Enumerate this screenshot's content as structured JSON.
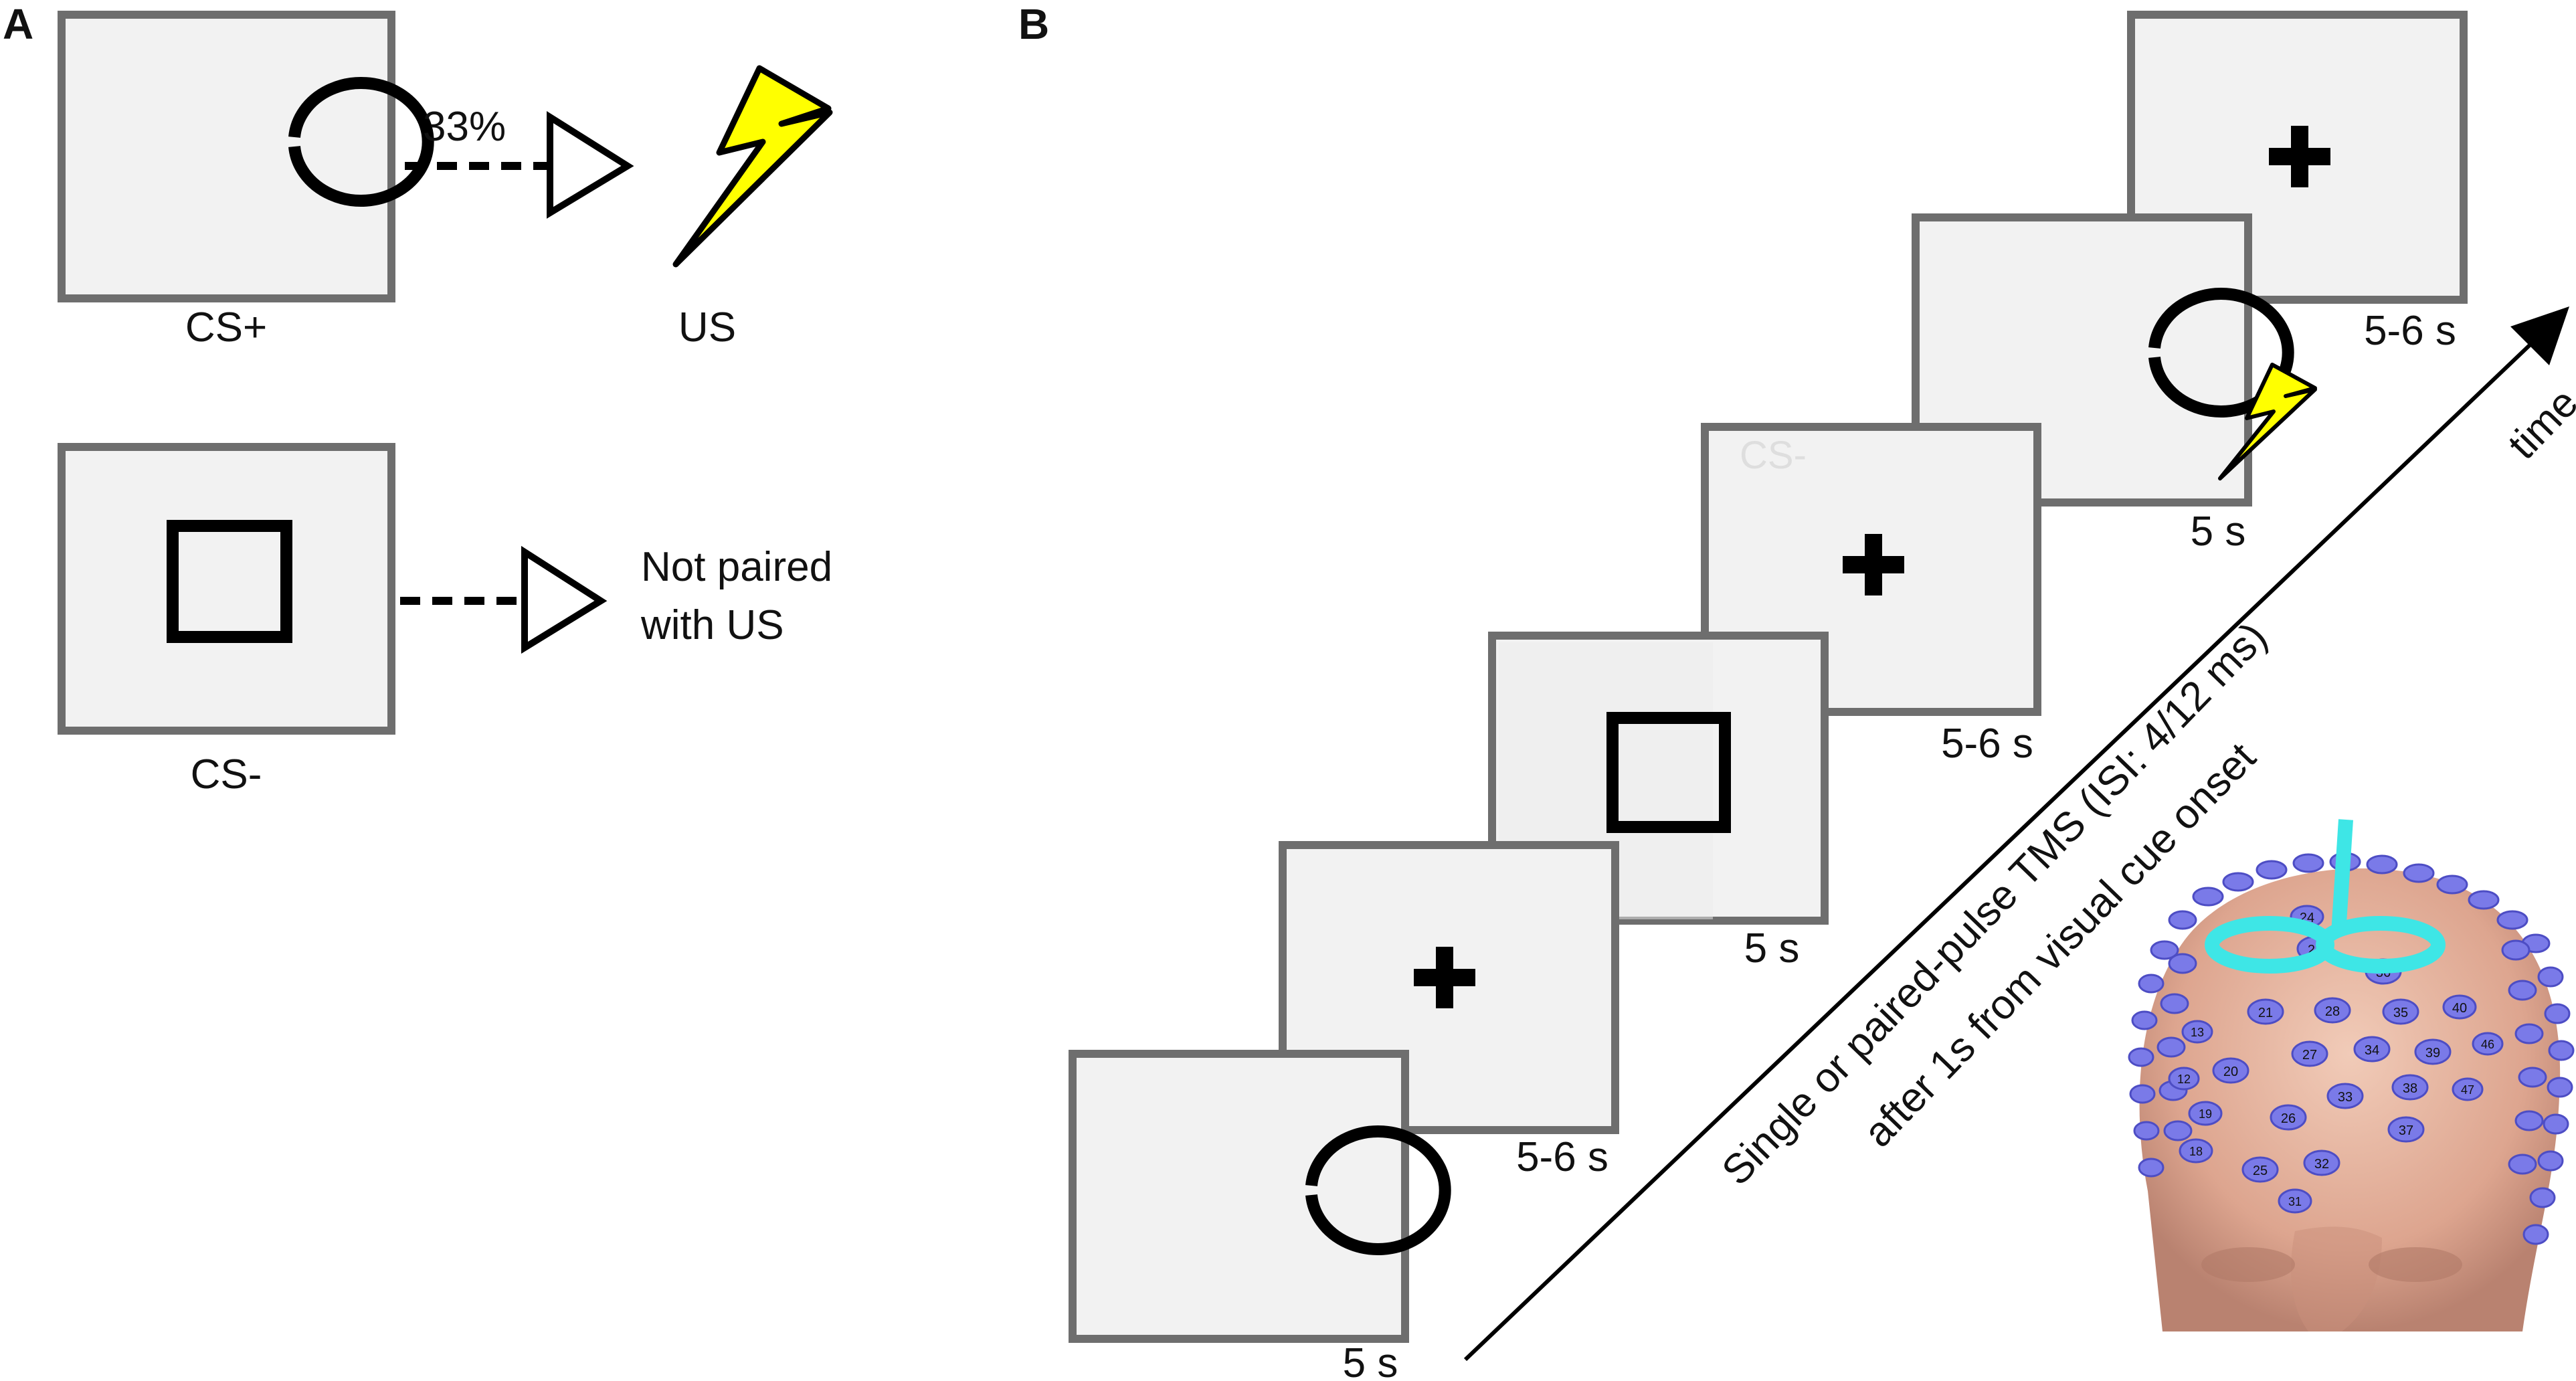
{
  "panel_a": {
    "letter": "A",
    "cs_plus_label": "CS+",
    "probability": "33%",
    "us_label": "US",
    "cs_minus_label": "CS-",
    "not_paired_line1": "Not paired",
    "not_paired_line2": "with US"
  },
  "panel_b": {
    "letter": "B",
    "durations": [
      "5 s",
      "5-6 s",
      "5 s",
      "5-6 s",
      "5 s",
      "5-6 s"
    ],
    "ghost_label": "CS-",
    "time_label": "time",
    "tms_line1": "Single or paired-pulse TMS (ISI: 4/12 ms)",
    "tms_line2": "after 1s from visual cue onset",
    "electrodes": [
      "24",
      "23",
      "36",
      "28",
      "35",
      "40",
      "21",
      "13",
      "27",
      "34",
      "39",
      "46",
      "20",
      "12",
      "26",
      "33",
      "38",
      "47",
      "19",
      "37",
      "25",
      "32",
      "18",
      "31"
    ]
  },
  "colors": {
    "frame_fill": "#f2f2f2",
    "frame_stroke": "#6e6e6e",
    "bolt_fill": "#ffff00",
    "coil": "#3ee6e6",
    "electrode": "#7a7ae8",
    "skin": "#e9b9a4"
  }
}
